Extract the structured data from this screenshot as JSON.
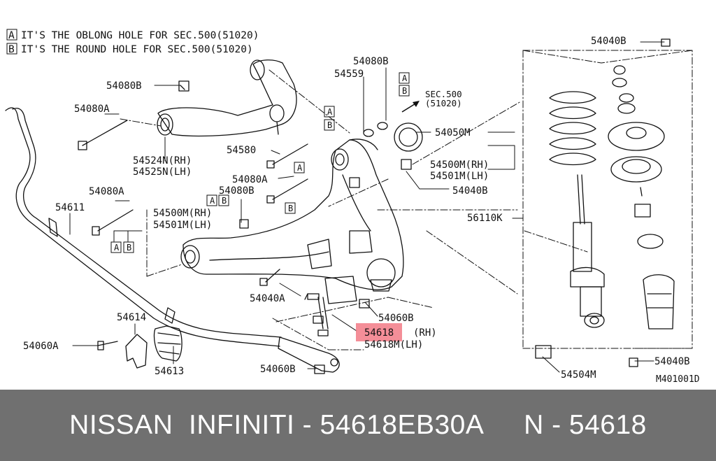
{
  "notes": [
    {
      "box": "A",
      "text": "IT'S THE OBLONG HOLE FOR SEC.500(51020)"
    },
    {
      "box": "B",
      "text": "IT'S THE ROUND HOLE FOR SEC.500(51020)"
    }
  ],
  "labels": {
    "l_54080B_top": "54080B",
    "l_54080A_top": "54080A",
    "l_54524N": "54524N(RH)",
    "l_54525N": "54525N(LH)",
    "l_54580": "54580",
    "l_54080A_mid": "54080A",
    "l_54080B_mid": "54080B",
    "l_54080B_upper": "54080B",
    "l_54559": "54559",
    "l_sec500": "SEC.500",
    "l_51020": "(51020)",
    "l_54050M": "54050M",
    "l_54500M_r": "54500M(RH)",
    "l_54501M_r": "54501M(LH)",
    "l_54040B_r": "54040B",
    "l_54040B_top": "54040B",
    "l_56110K": "56110K",
    "l_54080A_left": "54080A",
    "l_54611": "54611",
    "l_54500M_l": "54500M(RH)",
    "l_54501M_l": "54501M(LH)",
    "l_54040A": "54040A",
    "l_54060B_r": "54060B",
    "l_54618": "54618",
    "l_54618_rh": "(RH)",
    "l_54618M": "54618M(LH)",
    "l_54614": "54614",
    "l_54060A": "54060A",
    "l_54613": "54613",
    "l_54060B_b": "54060B",
    "l_54504M": "54504M",
    "l_54040B_b": "54040B",
    "l_code": "M401001D"
  },
  "footer": {
    "brand": "NISSAN  INFINITI - 54618EB30A",
    "part": "N - 54618"
  },
  "colors": {
    "highlight": "#f27a86",
    "footer_bg": "#707070",
    "footer_text": "#ffffff"
  }
}
